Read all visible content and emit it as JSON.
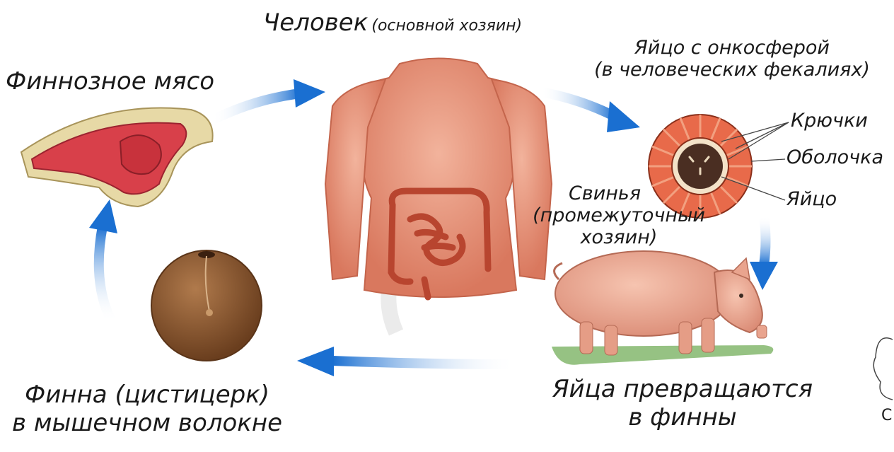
{
  "labels": {
    "human_main": "Человек",
    "human_sub": "(основной хозяин)",
    "egg_line1": "Яйцо с онкосферой",
    "egg_line2": "(в человеческих фекалиях)",
    "hooks": "Крючки",
    "shell": "Оболочка",
    "egg": "Яйцо",
    "meat": "Финнозное мясо",
    "pig_line1": "Свинья",
    "pig_line2": "(промежуточный",
    "pig_line3": "хозяин)",
    "finna_line1": "Финна (цистицерк)",
    "finna_line2": "в мышечном волокне",
    "transform_line1": "Яйца превращаются",
    "transform_line2": "в финны",
    "corner_mark": "C"
  },
  "colors": {
    "arrow": "#1a6fd1",
    "skin": "#e8937a",
    "meat": "#d8404a",
    "pig": "#e8a08a",
    "egg_ring": "#e86a4a",
    "cyst": "#8a5530"
  }
}
